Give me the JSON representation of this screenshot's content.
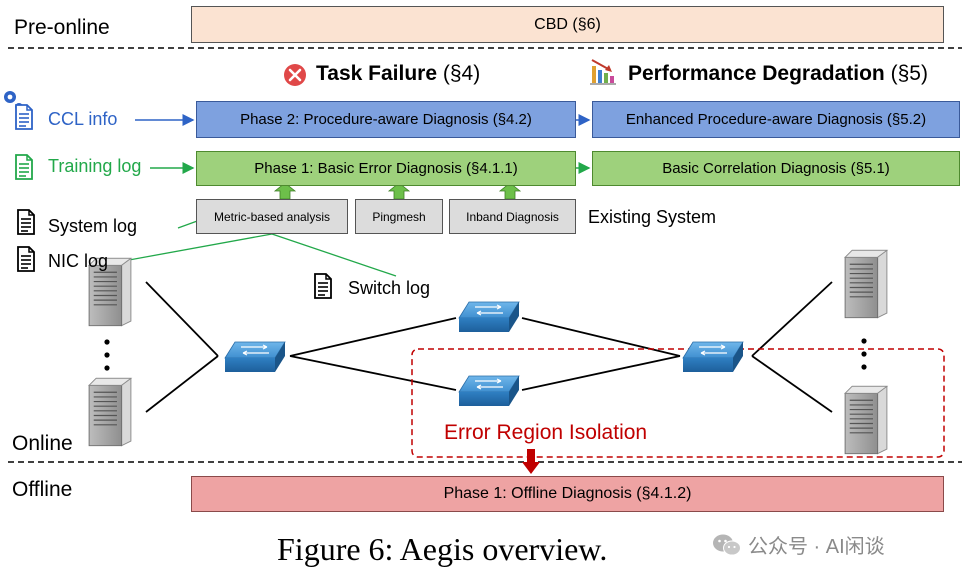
{
  "sections": {
    "pre_online": "Pre-online",
    "online": "Online",
    "offline": "Offline"
  },
  "boxes": {
    "cbd": "CBD (§6)",
    "phase2": "Phase 2: Procedure-aware Diagnosis (§4.2)",
    "phase1_basic": "Phase 1: Basic Error Diagnosis (§4.1.1)",
    "enhanced": "Enhanced Procedure-aware Diagnosis (§5.2)",
    "basic_correlation": "Basic Correlation Diagnosis (§5.1)",
    "metric_analysis": "Metric-based analysis",
    "pingmesh": "Pingmesh",
    "inband": "Inband Diagnosis",
    "phase1_offline": "Phase 1: Offline Diagnosis (§4.1.2)"
  },
  "headings": {
    "task_failure": "Task Failure",
    "task_failure_ref": "(§4)",
    "perf_degradation": "Performance Degradation",
    "perf_degradation_ref": "(§5)"
  },
  "logs": {
    "ccl_info": "CCL info",
    "training_log": "Training log",
    "system_log": "System log",
    "nic_log": "NIC log",
    "switch_log": "Switch log"
  },
  "labels": {
    "existing_system": "Existing System",
    "error_region": "Error Region Isolation",
    "caption": "Figure 6: Aegis overview.",
    "watermark": "公众号 · AI闲谈"
  },
  "colors": {
    "cbd_fill": "#fbe3d2",
    "phase2_fill": "#7ea1df",
    "green_fill": "#9ed17c",
    "gray_fill": "#dcdcdc",
    "offline_fill": "#eea3a3",
    "ccl_blue": "#2e63c6",
    "training_green": "#22a84a",
    "error_red": "#c00000"
  }
}
